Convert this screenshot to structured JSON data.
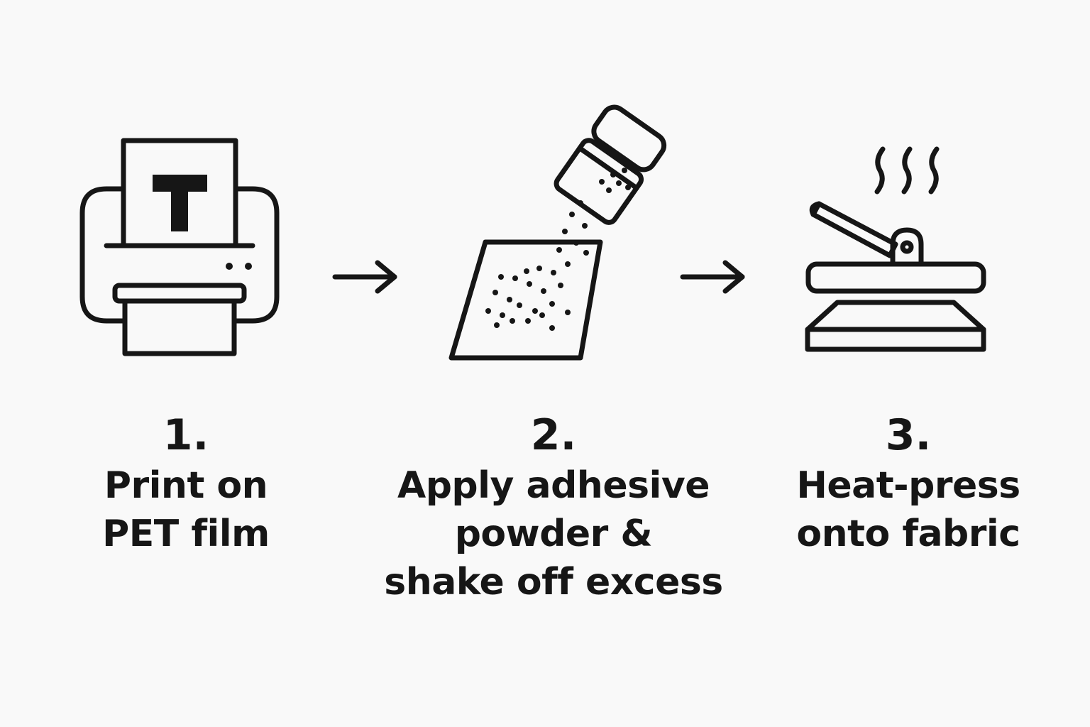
{
  "colors": {
    "background": "#f9f9f9",
    "ink": "#161616"
  },
  "icons": [
    "printer-icon",
    "arrow-right-icon",
    "powder-shaker-icon",
    "arrow-right-icon",
    "heat-press-icon"
  ],
  "steps": [
    {
      "number": "1.",
      "label_lines": [
        "Print on",
        "PET film"
      ]
    },
    {
      "number": "2.",
      "label_lines": [
        "Apply adhesive",
        "powder &",
        "shake off excess"
      ]
    },
    {
      "number": "3.",
      "label_lines": [
        "Heat-press",
        "onto fabric"
      ]
    }
  ],
  "printer": {
    "sheet_letter": "T"
  }
}
